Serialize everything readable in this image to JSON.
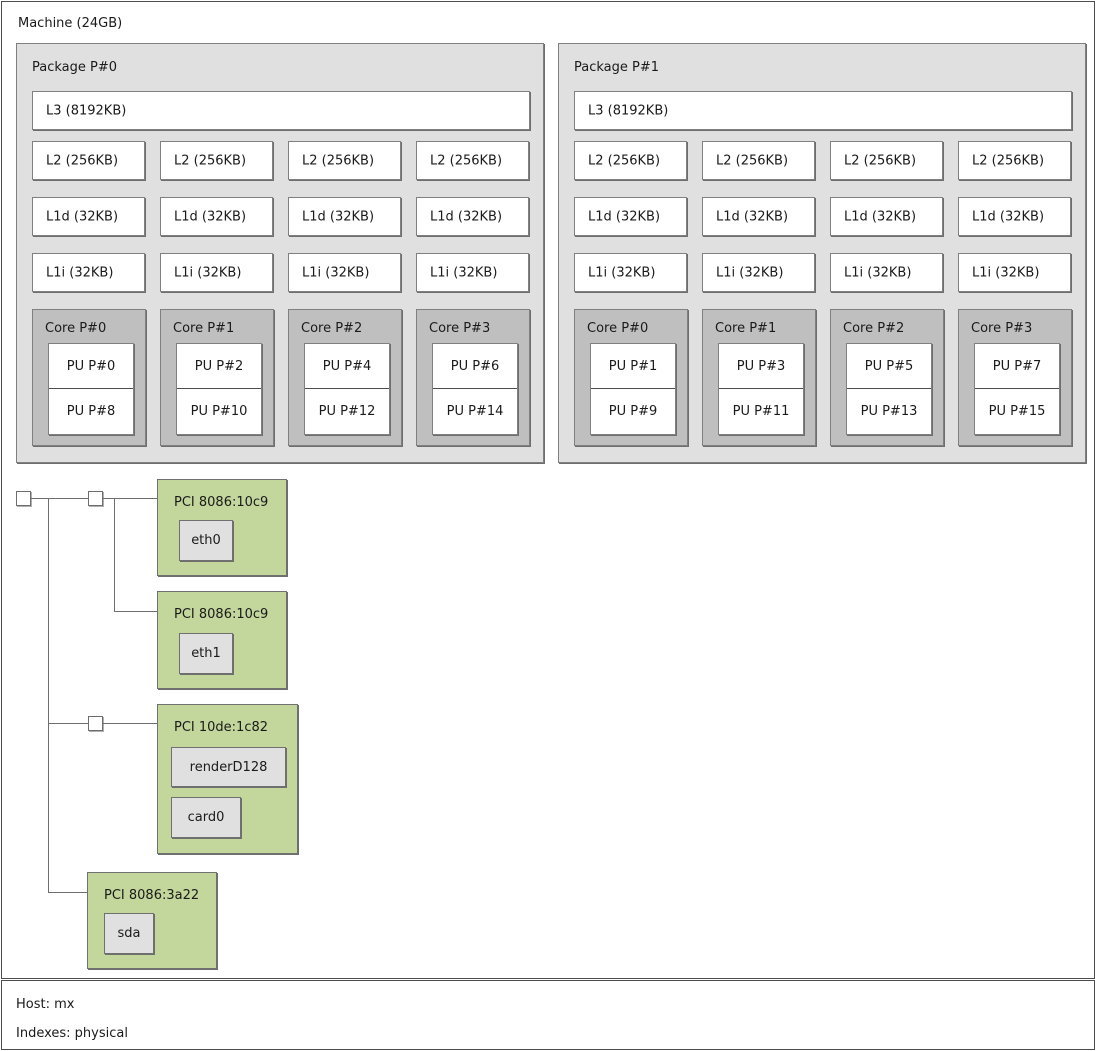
{
  "machine": {
    "label": "Machine (24GB)"
  },
  "packages": [
    {
      "label": "Package P#0",
      "l3": "L3 (8192KB)",
      "l2": [
        "L2 (256KB)",
        "L2 (256KB)",
        "L2 (256KB)",
        "L2 (256KB)"
      ],
      "l1d": [
        "L1d (32KB)",
        "L1d (32KB)",
        "L1d (32KB)",
        "L1d (32KB)"
      ],
      "l1i": [
        "L1i (32KB)",
        "L1i (32KB)",
        "L1i (32KB)",
        "L1i (32KB)"
      ],
      "cores": [
        {
          "label": "Core P#0",
          "pus": [
            "PU P#0",
            "PU P#8"
          ]
        },
        {
          "label": "Core P#1",
          "pus": [
            "PU P#2",
            "PU P#10"
          ]
        },
        {
          "label": "Core P#2",
          "pus": [
            "PU P#4",
            "PU P#12"
          ]
        },
        {
          "label": "Core P#3",
          "pus": [
            "PU P#6",
            "PU P#14"
          ]
        }
      ]
    },
    {
      "label": "Package P#1",
      "l3": "L3 (8192KB)",
      "l2": [
        "L2 (256KB)",
        "L2 (256KB)",
        "L2 (256KB)",
        "L2 (256KB)"
      ],
      "l1d": [
        "L1d (32KB)",
        "L1d (32KB)",
        "L1d (32KB)",
        "L1d (32KB)"
      ],
      "l1i": [
        "L1i (32KB)",
        "L1i (32KB)",
        "L1i (32KB)",
        "L1i (32KB)"
      ],
      "cores": [
        {
          "label": "Core P#0",
          "pus": [
            "PU P#1",
            "PU P#9"
          ]
        },
        {
          "label": "Core P#1",
          "pus": [
            "PU P#3",
            "PU P#11"
          ]
        },
        {
          "label": "Core P#2",
          "pus": [
            "PU P#5",
            "PU P#13"
          ]
        },
        {
          "label": "Core P#3",
          "pus": [
            "PU P#7",
            "PU P#15"
          ]
        }
      ]
    }
  ],
  "io": {
    "devices": [
      {
        "label": "PCI 8086:10c9",
        "osdevs": [
          "eth0"
        ]
      },
      {
        "label": "PCI 8086:10c9",
        "osdevs": [
          "eth1"
        ]
      },
      {
        "label": "PCI 10de:1c82",
        "osdevs": [
          "renderD128",
          "card0"
        ]
      },
      {
        "label": "PCI 8086:3a22",
        "osdevs": [
          "sda"
        ]
      }
    ]
  },
  "footer": {
    "host": "Host: mx",
    "indexes": "Indexes: physical"
  },
  "colors": {
    "machine_bg": "#ffffff",
    "package_bg": "#e0e0e0",
    "core_bg": "#bfbfbf",
    "cache_bg": "#ffffff",
    "pci_bg": "#c3d69b",
    "osdev_bg": "#e0e0e0",
    "border": "#808080",
    "line": "#6e6e6e",
    "text": "#1a1a1a"
  }
}
